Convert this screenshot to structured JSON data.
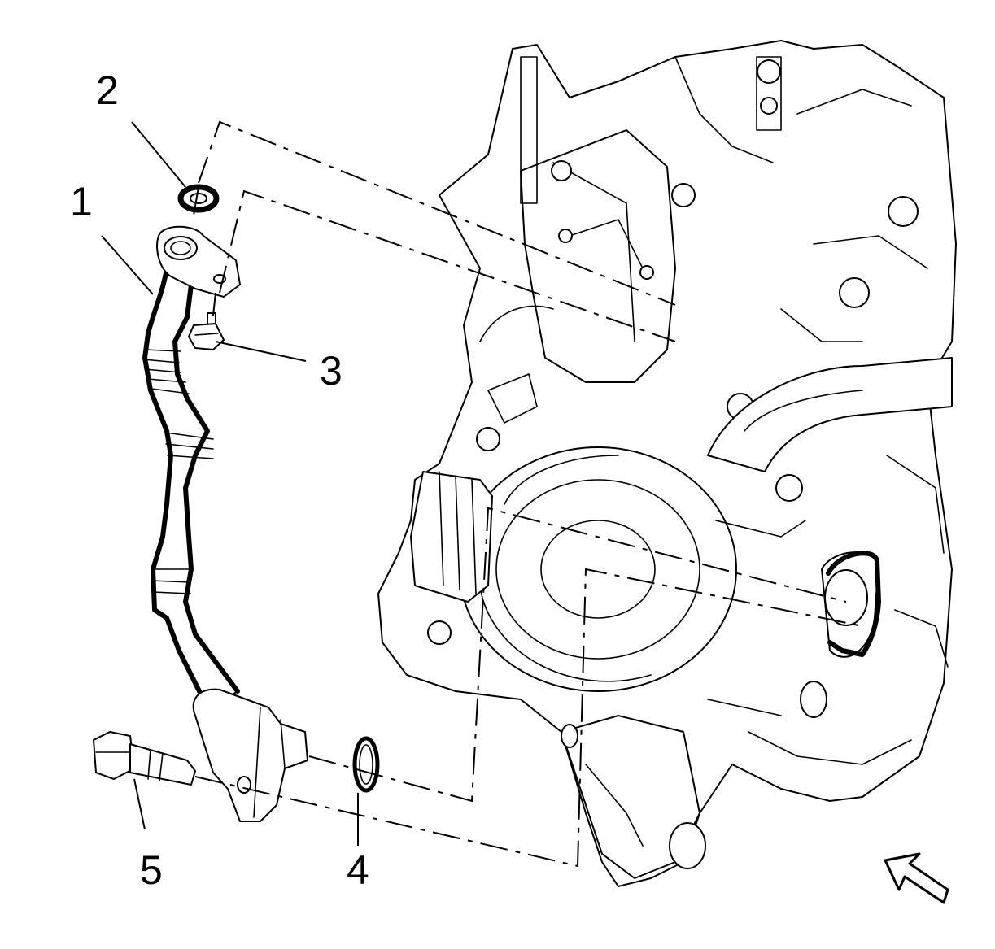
{
  "figure": {
    "callouts": [
      {
        "id": "1",
        "label": "1",
        "part": "pipe"
      },
      {
        "id": "2",
        "label": "2",
        "part": "upper-gasket"
      },
      {
        "id": "3",
        "label": "3",
        "part": "bracket-bolt"
      },
      {
        "id": "4",
        "label": "4",
        "part": "lower-seal"
      },
      {
        "id": "5",
        "label": "5",
        "part": "flange-bolt"
      }
    ],
    "view_arrow_icon": "view-direction-arrow-icon",
    "colors": {
      "line": "#000000",
      "background": "#ffffff"
    }
  }
}
